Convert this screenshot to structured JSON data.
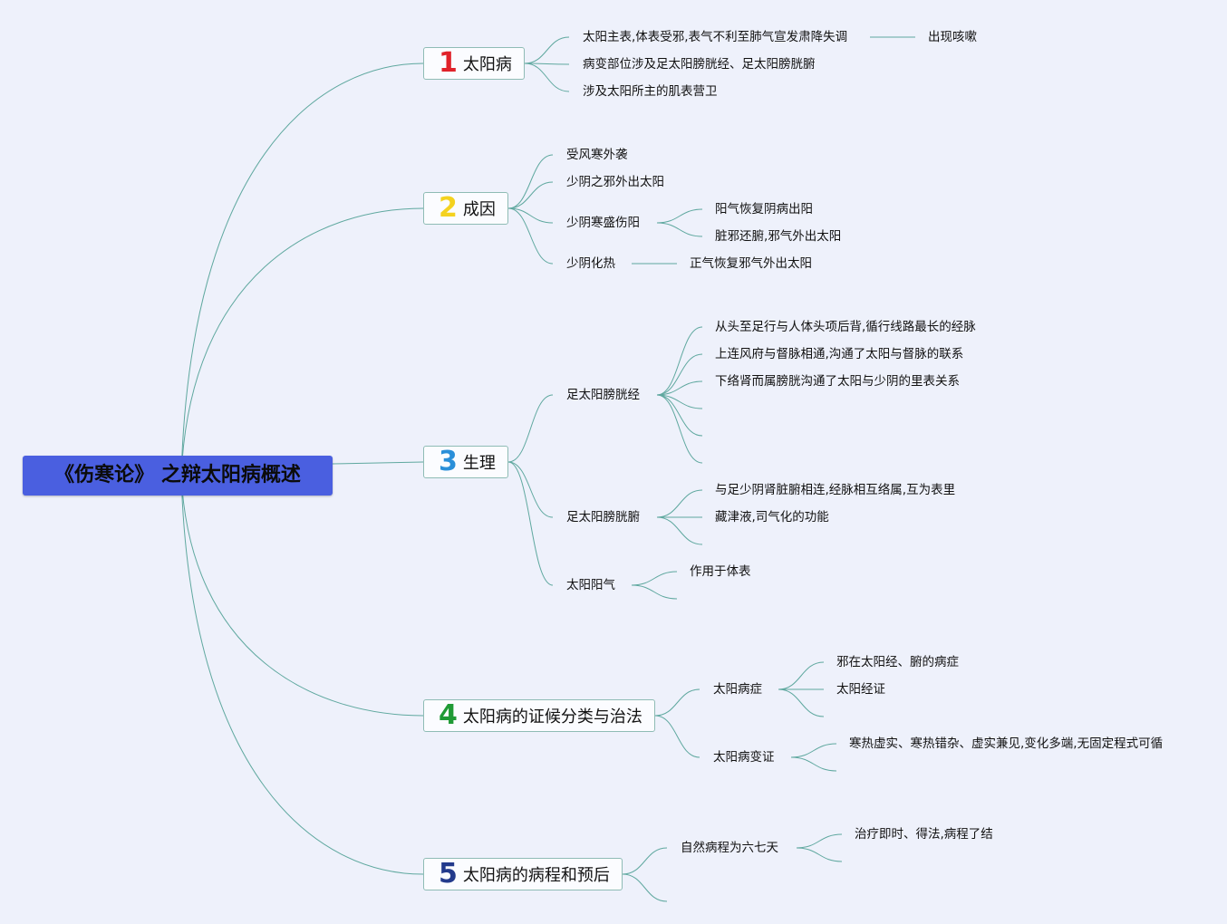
{
  "root": {
    "title": "《伤寒论》 之辩太阳病概述"
  },
  "colors": {
    "background": "#eef1fb",
    "root_fill": "#4a5fe0",
    "link": "#5fa89f",
    "branch_border": "#8fbcb5",
    "num1": "#e0222a",
    "num2": "#f4d21f",
    "num3": "#2a8fd9",
    "num4": "#1f9a35",
    "num5": "#233a8c"
  },
  "branches": [
    {
      "num": "1",
      "label": "太阳病",
      "children": [
        {
          "text": "太阳主表,体表受邪,表气不利至肺气宣发肃降失调",
          "children": [
            {
              "text": "出现咳嗽"
            }
          ]
        },
        {
          "text": "病变部位涉及足太阳膀胱经、足太阳膀胱腑"
        },
        {
          "text": "涉及太阳所主的肌表营卫"
        }
      ]
    },
    {
      "num": "2",
      "label": "成因",
      "children": [
        {
          "text": "受风寒外袭"
        },
        {
          "text": "少阴之邪外出太阳"
        },
        {
          "text": "少阴寒盛伤阳",
          "children": [
            {
              "text": "阳气恢复阴病出阳"
            },
            {
              "text": "脏邪还腑,邪气外出太阳"
            }
          ]
        },
        {
          "text": "少阴化热",
          "children": [
            {
              "text": "正气恢复邪气外出太阳"
            }
          ]
        }
      ]
    },
    {
      "num": "3",
      "label": "生理",
      "children": [
        {
          "text": "足太阳膀胱经",
          "children": [
            {
              "text": "从头至足行与人体头项后背,循行线路最长的经脉"
            },
            {
              "text": "上连风府与督脉相通,沟通了太阳与督脉的联系"
            },
            {
              "text": "下络肾而属膀胱沟通了太阳与少阴的里表关系"
            },
            {
              "text": ""
            },
            {
              "text": ""
            },
            {
              "text": ""
            }
          ]
        },
        {
          "text": "足太阳膀胱腑",
          "children": [
            {
              "text": "与足少阴肾脏腑相连,经脉相互络属,互为表里"
            },
            {
              "text": "藏津液,司气化的功能"
            },
            {
              "text": ""
            }
          ]
        },
        {
          "text": "太阳阳气",
          "children": [
            {
              "text": "作用于体表"
            },
            {
              "text": ""
            }
          ]
        }
      ]
    },
    {
      "num": "4",
      "label": "太阳病的证候分类与治法",
      "children": [
        {
          "text": "太阳病症",
          "children": [
            {
              "text": "邪在太阳经、腑的病症"
            },
            {
              "text": "太阳经证"
            },
            {
              "text": ""
            }
          ]
        },
        {
          "text": "太阳病变证",
          "children": [
            {
              "text": "寒热虚实、寒热错杂、虚实兼见,变化多端,无固定程式可循"
            },
            {
              "text": ""
            }
          ]
        }
      ]
    },
    {
      "num": "5",
      "label": "太阳病的病程和预后",
      "children": [
        {
          "text": "自然病程为六七天",
          "children": [
            {
              "text": "治疗即时、得法,病程了结"
            },
            {
              "text": ""
            }
          ]
        },
        {
          "text": ""
        }
      ]
    }
  ]
}
